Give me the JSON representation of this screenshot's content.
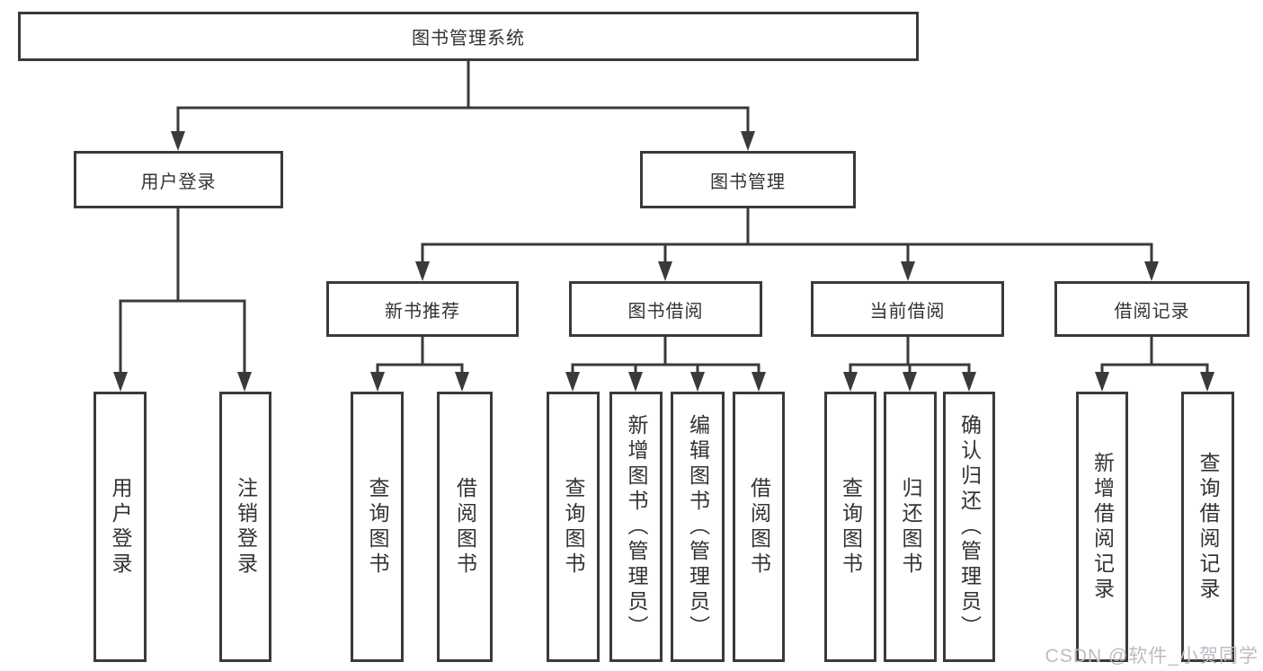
{
  "root": {
    "label": "图书管理系统"
  },
  "level2": {
    "user_login": {
      "label": "用户登录"
    },
    "book_mgmt": {
      "label": "图书管理"
    }
  },
  "level3": {
    "new_books": {
      "label": "新书推荐"
    },
    "book_borrow": {
      "label": "图书借阅"
    },
    "current_borrow": {
      "label": "当前借阅"
    },
    "borrow_records": {
      "label": "借阅记录"
    }
  },
  "leaves": {
    "user_login": [
      "用户登录",
      "注销登录"
    ],
    "new_books": [
      "查询图书",
      "借阅图书"
    ],
    "book_borrow": [
      "查询图书",
      "新增图书（管理员）",
      "编辑图书（管理员）",
      "借阅图书"
    ],
    "current_borrow": [
      "查询图书",
      "归还图书",
      "确认归还（管理员）"
    ],
    "borrow_records": [
      "新增借阅记录",
      "查询借阅记录"
    ]
  },
  "watermark": "CSDN @软件_小贺同学",
  "colors": {
    "line": "#3a3a3a",
    "text": "#333333",
    "watermark": "#b9bdc3",
    "background": "#ffffff"
  }
}
